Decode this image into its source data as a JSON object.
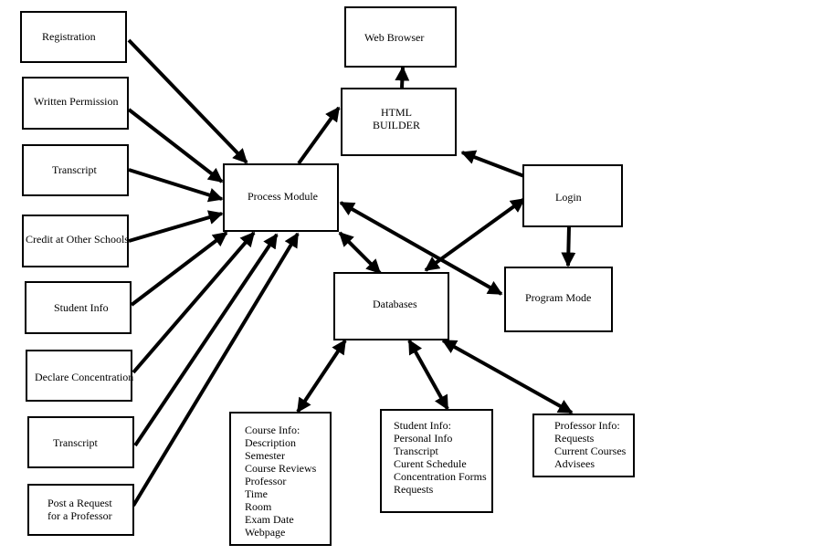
{
  "diagram": {
    "input_nodes": [
      {
        "id": "registration",
        "label": "Registration"
      },
      {
        "id": "written-permission",
        "label": "Written Permission"
      },
      {
        "id": "transcript-1",
        "label": "Transcript"
      },
      {
        "id": "credit-other-schools",
        "label": "Credit at Other Schools"
      },
      {
        "id": "student-info",
        "label": "Student Info"
      },
      {
        "id": "declare-concentration",
        "label": "Declare Concentration"
      },
      {
        "id": "transcript-2",
        "label": "Transcript"
      },
      {
        "id": "post-request",
        "label": "Post a Request\nfor a Professor",
        "lines": [
          "Post a Request",
          "for a Professor"
        ]
      }
    ],
    "core_nodes": {
      "process_module": "Process Module",
      "web_browser": "Web Browser",
      "html_builder": [
        "HTML",
        "BUILDER"
      ],
      "login": "Login",
      "program_mode": "Program Mode",
      "databases": "Databases"
    },
    "database_tables": {
      "course_info": {
        "title": "Course Info:",
        "fields": [
          "Description",
          "Semester",
          "Course Reviews",
          "Professor",
          "Time",
          "Room",
          "Exam Date",
          "Webpage"
        ]
      },
      "student_info": {
        "title": "Student Info:",
        "fields": [
          "Personal Info",
          "Transcript",
          "Curent Schedule",
          "Concentration Forms",
          "Requests"
        ]
      },
      "professor_info": {
        "title": "Professor Info:",
        "fields": [
          "Requests",
          "Current Courses",
          "Advisees"
        ]
      }
    },
    "edges": [
      {
        "from": "registration",
        "to": "process-module",
        "type": "directed"
      },
      {
        "from": "written-permission",
        "to": "process-module",
        "type": "directed"
      },
      {
        "from": "transcript-1",
        "to": "process-module",
        "type": "directed"
      },
      {
        "from": "credit-other-schools",
        "to": "process-module",
        "type": "directed"
      },
      {
        "from": "student-info",
        "to": "process-module",
        "type": "directed"
      },
      {
        "from": "declare-concentration",
        "to": "process-module",
        "type": "directed"
      },
      {
        "from": "transcript-2",
        "to": "process-module",
        "type": "directed"
      },
      {
        "from": "post-request",
        "to": "process-module",
        "type": "directed"
      },
      {
        "from": "process-module",
        "to": "html-builder",
        "type": "directed"
      },
      {
        "from": "html-builder",
        "to": "web-browser",
        "type": "directed"
      },
      {
        "from": "login",
        "to": "html-builder",
        "type": "directed"
      },
      {
        "from": "login",
        "to": "program-mode",
        "type": "directed"
      },
      {
        "from": "databases",
        "to": "login",
        "type": "bidirectional"
      },
      {
        "from": "process-module",
        "to": "program-mode",
        "type": "bidirectional"
      },
      {
        "from": "process-module",
        "to": "databases",
        "type": "bidirectional"
      },
      {
        "from": "databases",
        "to": "course-info",
        "type": "bidirectional"
      },
      {
        "from": "databases",
        "to": "student-info-table",
        "type": "bidirectional"
      },
      {
        "from": "databases",
        "to": "professor-info-table",
        "type": "bidirectional"
      }
    ],
    "line_color": "#000000",
    "background_color": "#ffffff"
  }
}
